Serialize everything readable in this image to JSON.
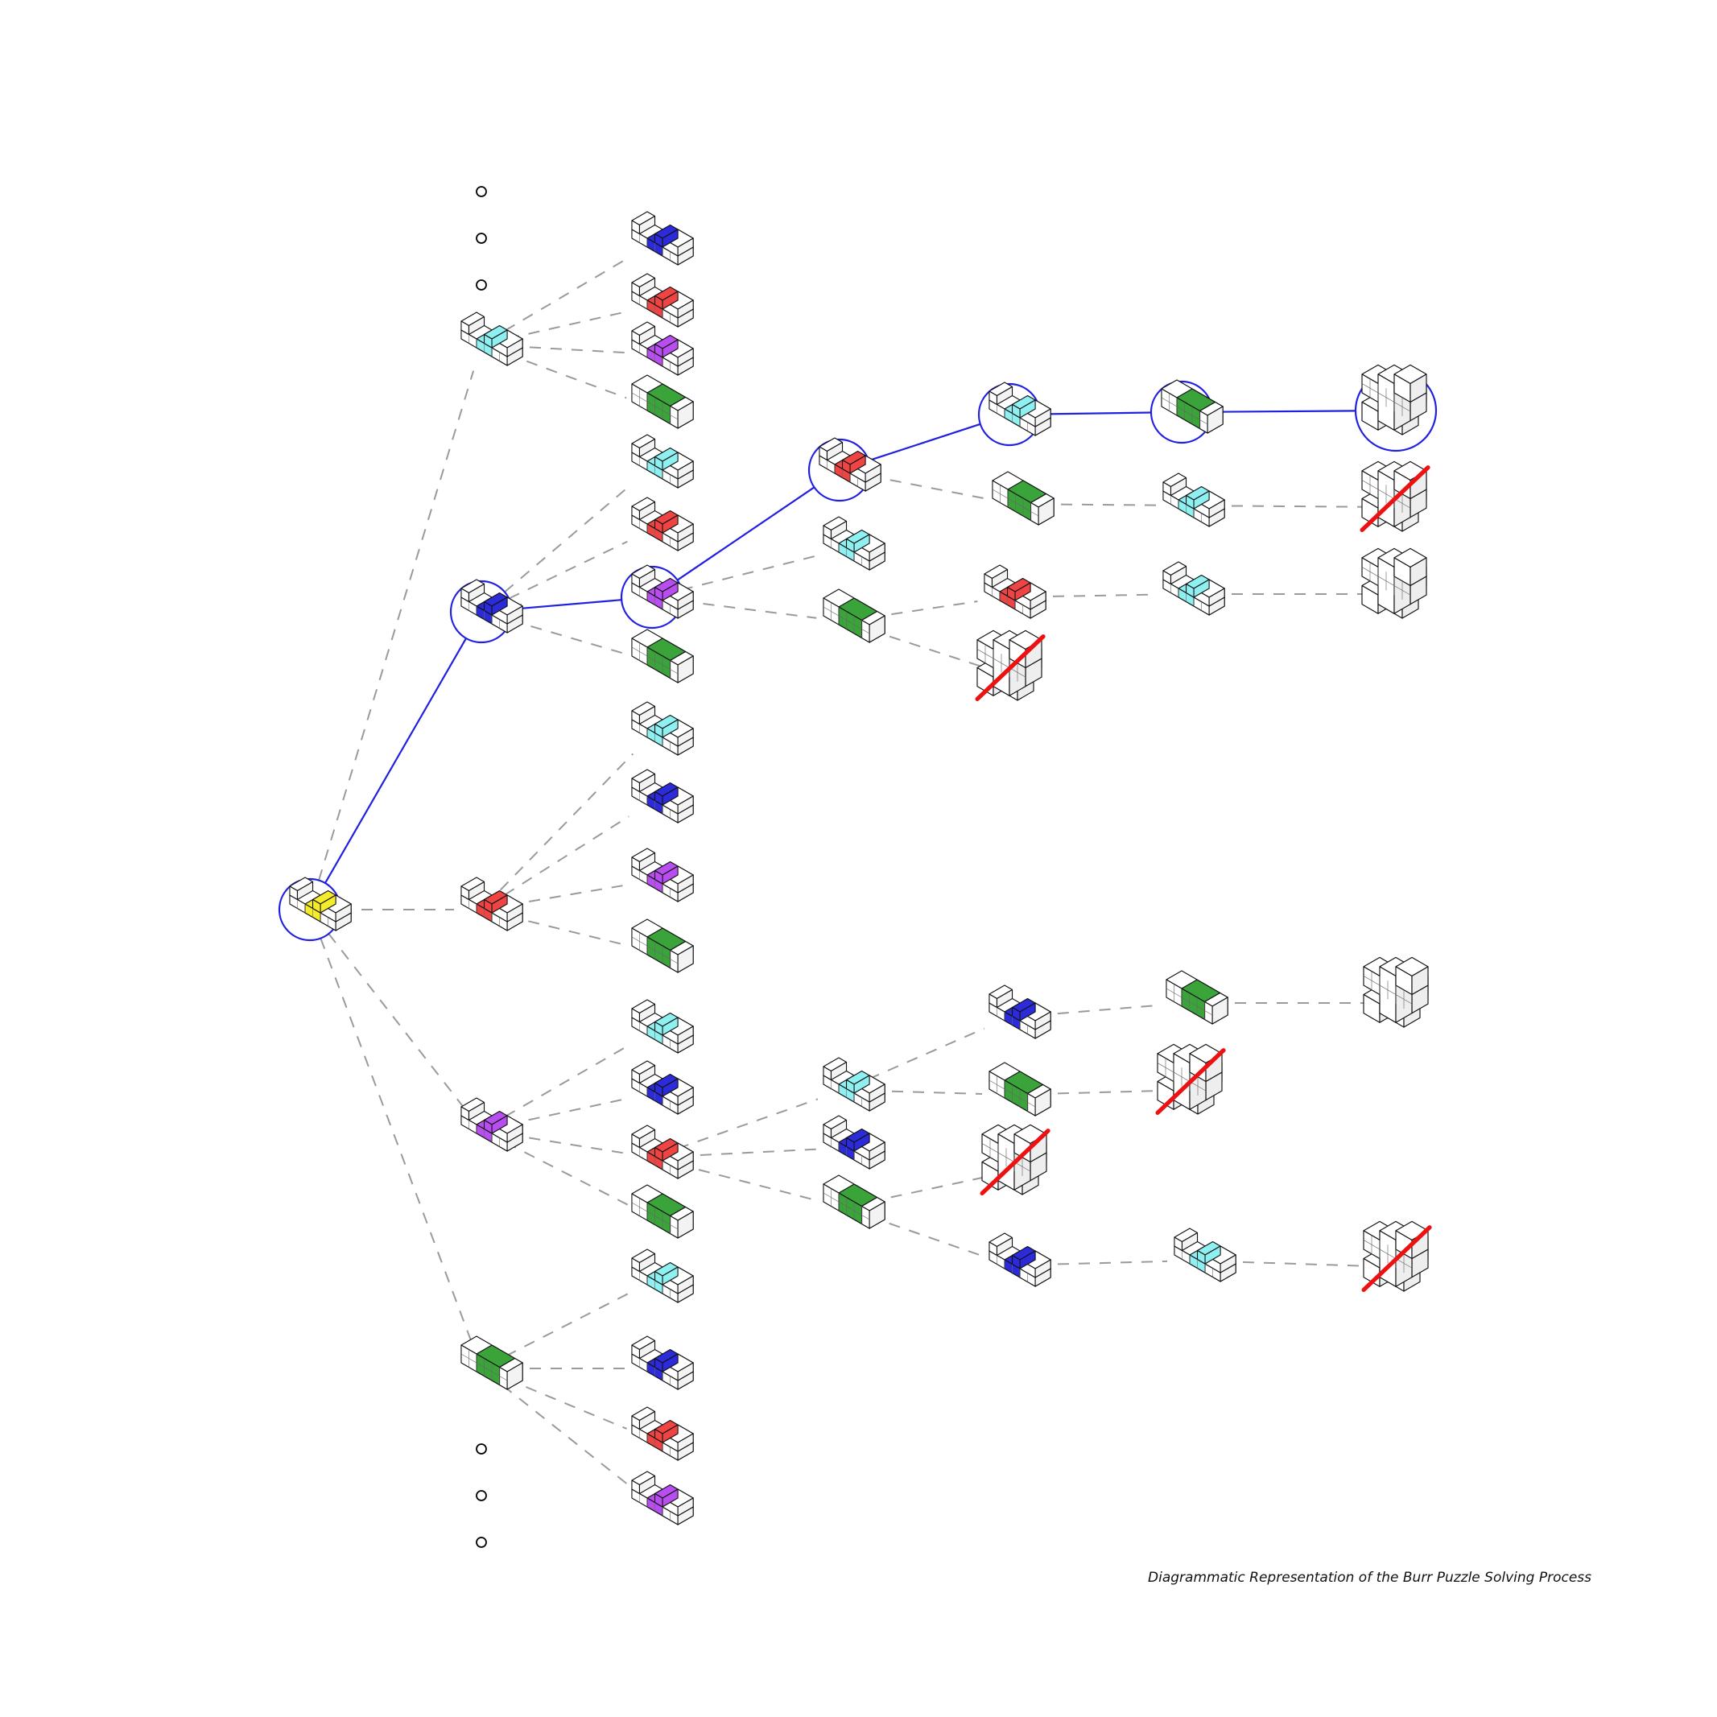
{
  "caption": "Diagrammatic Representation of the Burr Puzzle Solving Process",
  "colors": {
    "yellow": "#f4ec2a",
    "cyan": "#8ff0f2",
    "blue": "#2b2bd9",
    "red": "#ee4444",
    "purple": "#b84ef0",
    "green": "#3aa33a",
    "path": "#2020e0",
    "dashed_edge": "#9a9a9a",
    "fail_cross": "#ee1111"
  },
  "legend": {
    "piece_icon": "burr-piece-icon",
    "assembly_icon": "assembled-burr-icon",
    "selected_marker": "blue-circle",
    "failed_marker": "red-strike"
  }
}
